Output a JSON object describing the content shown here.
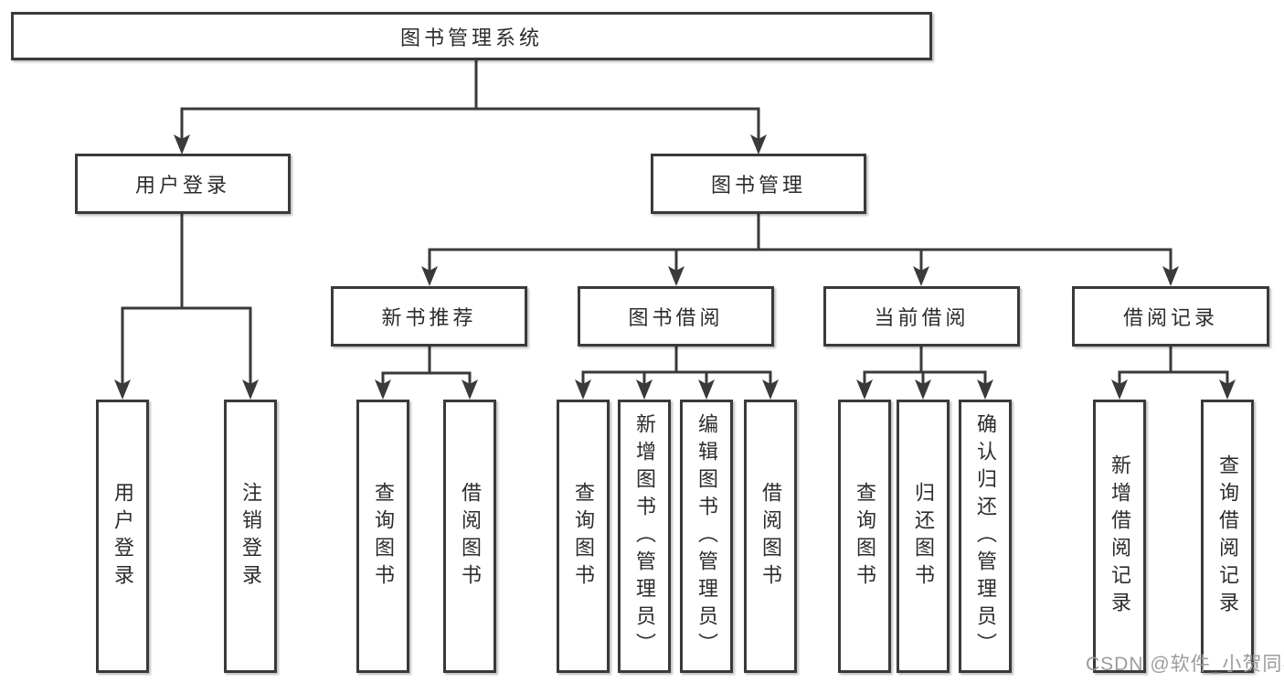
{
  "tree": {
    "root": {
      "label": "图书管理系统"
    },
    "branches": [
      {
        "label": "用户登录",
        "children": [
          {
            "label": "用户登录"
          },
          {
            "label": "注销登录"
          }
        ]
      },
      {
        "label": "图书管理",
        "children": [
          {
            "label": "新书推荐",
            "children": [
              {
                "label": "查询图书"
              },
              {
                "label": "借阅图书"
              }
            ]
          },
          {
            "label": "图书借阅",
            "children": [
              {
                "label": "查询图书"
              },
              {
                "label": "新增图书（管理员）"
              },
              {
                "label": "编辑图书（管理员）"
              },
              {
                "label": "借阅图书"
              }
            ]
          },
          {
            "label": "当前借阅",
            "children": [
              {
                "label": "查询图书"
              },
              {
                "label": "归还图书"
              },
              {
                "label": "确认归还（管理员）"
              }
            ]
          },
          {
            "label": "借阅记录",
            "children": [
              {
                "label": "新增借阅记录"
              },
              {
                "label": "查询借阅记录"
              }
            ]
          }
        ]
      }
    ]
  },
  "watermark": {
    "text": "CSDN @软件_小贺同学"
  },
  "colors": {
    "background": "#ffffff",
    "line": "#3a3a3a",
    "box_border": "#3a3a3a",
    "box_bg": "#ffffff",
    "text": "#2c2c2c",
    "watermark": "#9c9c9c"
  }
}
